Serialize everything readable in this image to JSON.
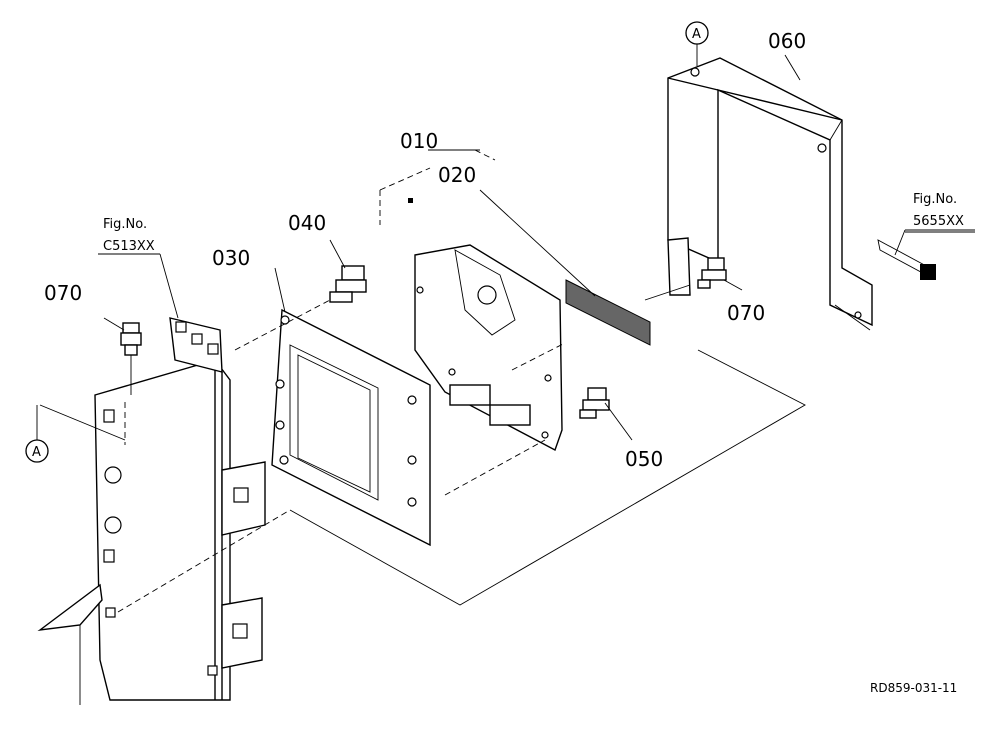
{
  "parts": {
    "p010": "010",
    "p020": "020",
    "p030": "030",
    "p040": "040",
    "p050": "050",
    "p060": "060",
    "p070_left": "070",
    "p070_right": "070"
  },
  "callouts": {
    "a_top": "A",
    "a_left": "A"
  },
  "fig_refs": {
    "left_title": "Fig.No.",
    "left_number": "C513XX",
    "right_title": "Fig.No.",
    "right_number": "5655XX"
  },
  "drawing_number": "RD859-031-11"
}
